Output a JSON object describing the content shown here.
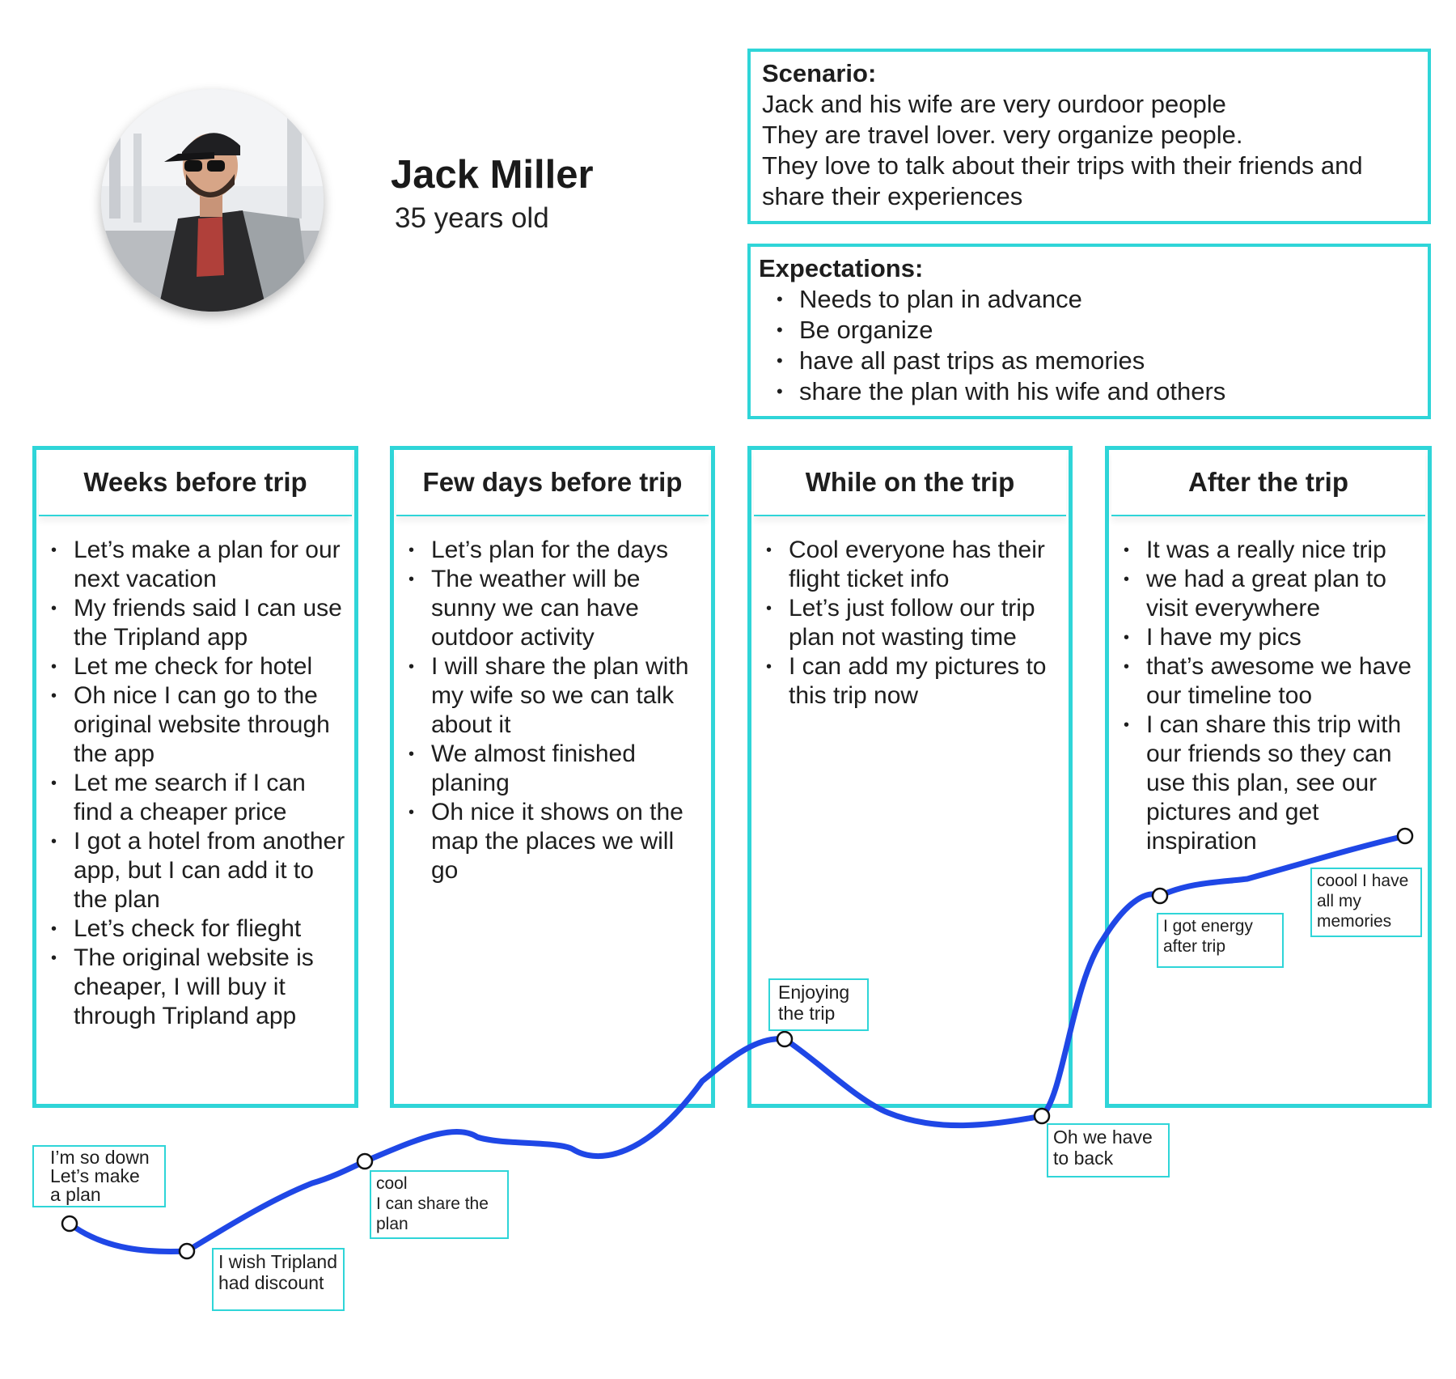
{
  "persona": {
    "name": "Jack Miller",
    "age": "35 years old"
  },
  "scenario": {
    "heading": "Scenario:",
    "lines": [
      "Jack and his wife are very ourdoor people",
      "They are travel lover. very organize people.",
      "They love to talk about their trips with their friends and",
      "share their experiences"
    ]
  },
  "expectations": {
    "heading": "Expectations:",
    "items": [
      "Needs to plan in advance",
      "Be organize",
      "have all past trips as memories",
      "share the plan with his wife and others"
    ]
  },
  "stages": [
    {
      "title": "Weeks before trip",
      "items": [
        "Let’s make a plan for our next vacation",
        "My friends said I can use the Tripland app",
        "Let me check for hotel",
        "Oh nice I can go to the original website through the app",
        "Let me search if I can find a cheaper price",
        "I got a hotel from another app, but I can add it to the plan",
        "Let’s check for flieght",
        "The original website is cheaper, I will buy it through Tripland app"
      ]
    },
    {
      "title": "Few days before trip",
      "items": [
        "Let’s plan for the days",
        "The weather will be sunny we can have outdoor activity",
        "I will share the plan with my wife so we can talk about it",
        "We almost finished planing",
        "Oh nice it shows on the map the places we will go"
      ]
    },
    {
      "title": "While on the trip",
      "items": [
        "Cool everyone has their flight ticket info",
        "Let’s just follow our trip plan not wasting time",
        "I can add my pictures to this trip now"
      ]
    },
    {
      "title": "After the trip",
      "items": [
        "It was a really nice trip",
        "we had a great plan to visit everywhere",
        "I have my pics",
        "that’s awesome we have our timeline too",
        "I can share this trip with our friends so they can use this plan, see our pictures and get inspiration"
      ]
    }
  ],
  "emotions": {
    "e1": [
      "I’m so down",
      "Let’s make",
      "a plan"
    ],
    "e2": [
      "I wish Tripland",
      "had discount"
    ],
    "e3": [
      "cool",
      "I can share the",
      "plan"
    ],
    "e4": [
      "Enjoying",
      "the trip"
    ],
    "e5": [
      "Oh we have",
      "to back"
    ],
    "e6": [
      "I got energy",
      "after trip"
    ],
    "e7": [
      "coool I have",
      "all my",
      "memories"
    ]
  },
  "colors": {
    "accent": "#2fd5d8",
    "curve": "#1f47e6"
  }
}
